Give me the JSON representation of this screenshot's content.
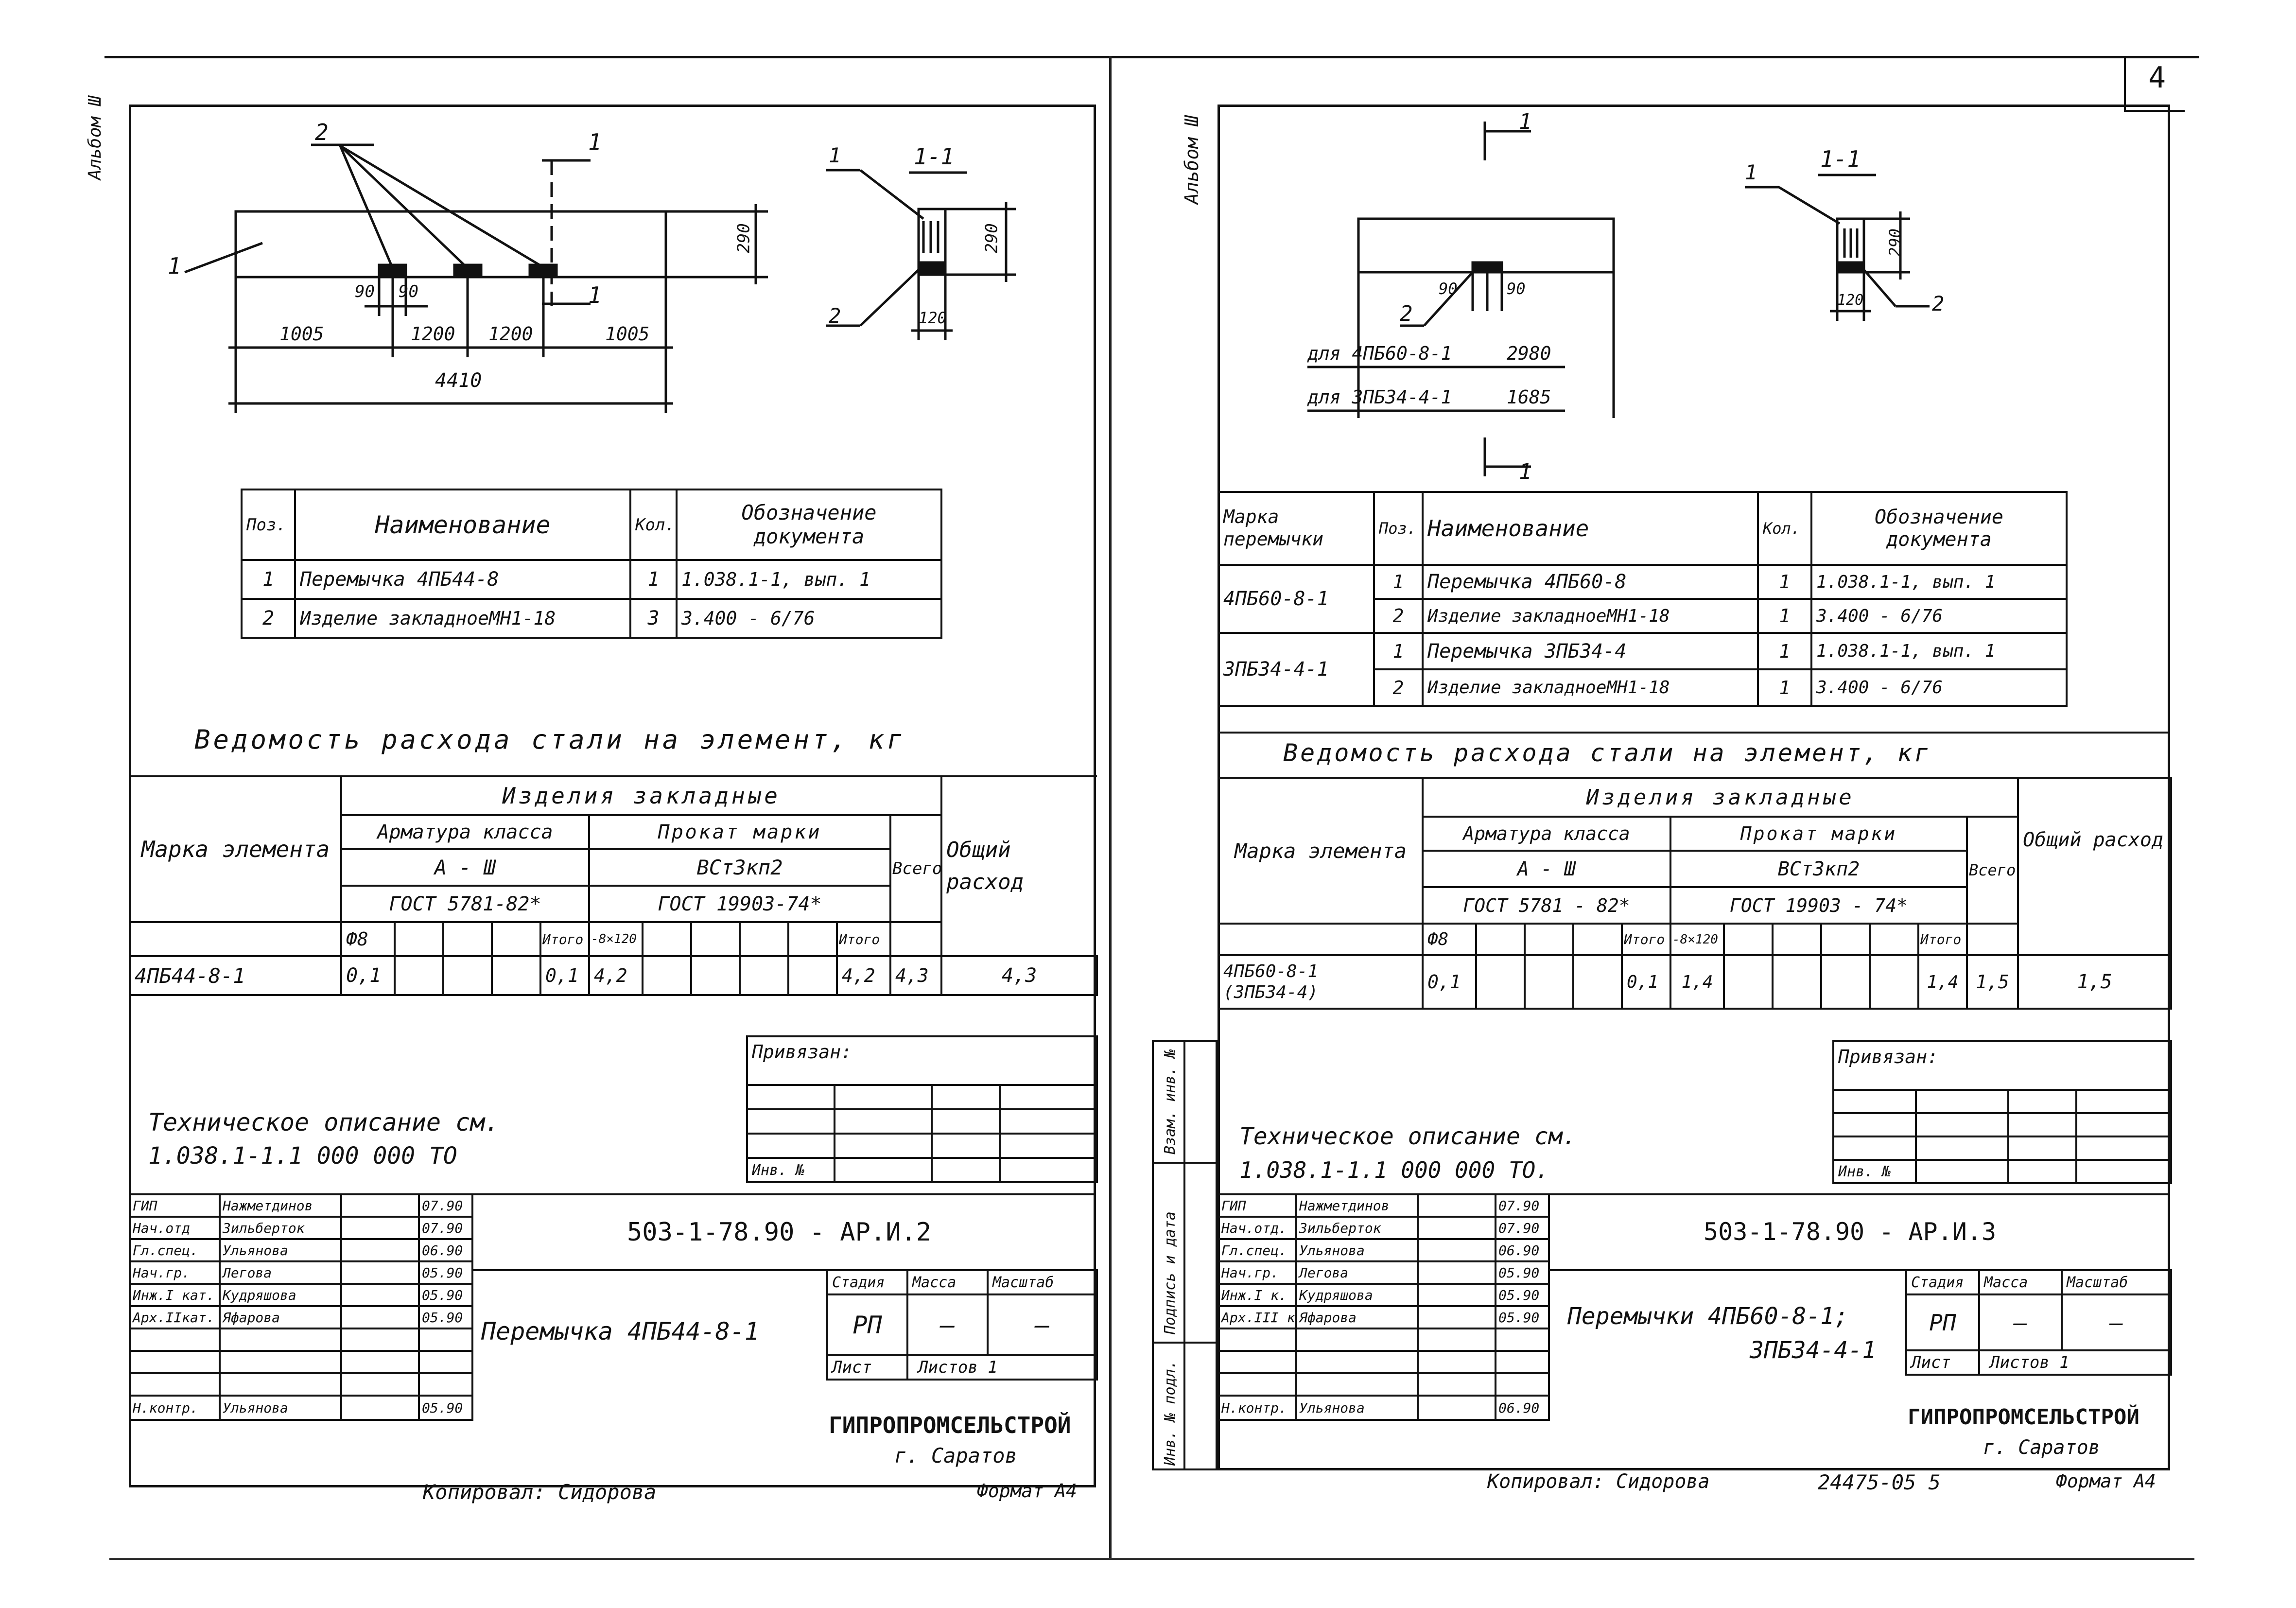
{
  "page_number": "4",
  "left": {
    "side_stamp": "Альбом Ш",
    "drawing": {
      "dims": [
        "1005",
        "1200",
        "1200",
        "1005",
        "4410",
        "90",
        "90",
        "290",
        "290",
        "120"
      ],
      "callouts": [
        "1",
        "2",
        "1",
        "2"
      ],
      "section_mark": "1",
      "section_title": "1-1"
    },
    "spec": {
      "headers": [
        "Поз.",
        "Наименование",
        "Кол.",
        "Обозначение документа"
      ],
      "rows": [
        [
          "1",
          "Перемычка 4ПБ44-8",
          "1",
          "1.038.1-1, вып. 1"
        ],
        [
          "2",
          "Изделие закладноеМН1-18",
          "3",
          "3.400 - 6/76"
        ]
      ]
    },
    "steel": {
      "title": "Ведомость расхода стали на элемент, кг",
      "h_mark": "Марка элемента",
      "h_embedded": "Изделия закладные",
      "h_arm": "Арматура класса",
      "h_prokat": "Прокат марки",
      "h_class": "А - Ш",
      "h_grade": "ВСт3кп2",
      "h_gost1": "ГОСТ 5781-82*",
      "h_gost2": "ГОСТ 19903-74*",
      "h_total": "Всего",
      "h_general": "Общий расход",
      "h_d8": "Ф8",
      "h_itogo": "Итого",
      "h_plate": "-8×120",
      "row": {
        "mark": "4ПБ44-8-1",
        "d8": "0,1",
        "itogo1": "0,1",
        "plate": "4,2",
        "itogo2": "4,2",
        "vsego": "4,3",
        "general": "4,3"
      }
    },
    "note": [
      "Техническое описание см.",
      "1.038.1-1.1 000 000 ТО"
    ],
    "bound": "Привязан:",
    "inv": "Инв. №",
    "title_block": {
      "code": "503-1-78.90 - АР.И.2",
      "name": "Перемычка 4ПБ44-8-1",
      "stage_h": "Стадия",
      "mass_h": "Масса",
      "scale_h": "Масштаб",
      "stage": "РП",
      "mass": "—",
      "scale": "—",
      "sheet": "Лист",
      "sheets": "Листов 1",
      "org": "ГИПРОПРОМСЕЛЬСТРОЙ",
      "city": "г. Саратов",
      "people": [
        [
          "ГИП",
          "Нажметдинов",
          "07.90"
        ],
        [
          "Нач.отд",
          "Зильберток",
          "07.90"
        ],
        [
          "Гл.спец.",
          "Ульянова",
          "06.90"
        ],
        [
          "Нач.гр.",
          "Легова",
          "05.90"
        ],
        [
          "Инж.I кат.",
          "Кудряшова",
          "05.90"
        ],
        [
          "Арх.IIкат.",
          "Яфарова",
          "05.90"
        ],
        [
          "",
          "",
          ""
        ],
        [
          "",
          "",
          ""
        ],
        [
          "",
          "",
          ""
        ],
        [
          "Н.контр.",
          "Ульянова",
          "05.90"
        ]
      ]
    },
    "footer": {
      "copied": "Копировал: Сидорова",
      "format": "Формат А4"
    }
  },
  "right": {
    "side_stamp": "Альбом Ш",
    "drawing": {
      "section_title": "1-1",
      "dims": [
        "90",
        "90",
        "290",
        "120"
      ],
      "len1_label": "для 4ПБ60-8-1",
      "len1": "2980",
      "len2_label": "для 3ПБ34-4-1",
      "len2": "1685",
      "callouts": [
        "1",
        "2",
        "1",
        "2"
      ]
    },
    "spec": {
      "headers": [
        "Марка перемычки",
        "Поз.",
        "Наименование",
        "Кол.",
        "Обозначение документа"
      ],
      "rows": [
        [
          "4ПБ60-8-1",
          "1",
          "Перемычка 4ПБ60-8",
          "1",
          "1.038.1-1, вып. 1"
        ],
        [
          "",
          "2",
          "Изделие закладноеМН1-18",
          "1",
          "3.400 - 6/76"
        ],
        [
          "3ПБ34-4-1",
          "1",
          "Перемычка 3ПБ34-4",
          "1",
          "1.038.1-1, вып. 1"
        ],
        [
          "",
          "2",
          "Изделие закладноеМН1-18",
          "1",
          "3.400 - 6/76"
        ]
      ]
    },
    "steel": {
      "title": "Ведомость расхода стали на элемент, кг",
      "h_mark": "Марка элемента",
      "h_embedded": "Изделия закладные",
      "h_arm": "Арматура класса",
      "h_prokat": "Прокат марки",
      "h_class": "А - Ш",
      "h_grade": "ВСт3кп2",
      "h_gost1": "ГОСТ 5781 - 82*",
      "h_gost2": "ГОСТ 19903 - 74*",
      "h_total": "Всего",
      "h_general": "Общий расход",
      "h_d8": "Ф8",
      "h_itogo": "Итого",
      "h_plate": "-8×120",
      "row": {
        "mark1": "4ПБ60-8-1",
        "mark2": "(3ПБ34-4)",
        "d8": "0,1",
        "itogo1": "0,1",
        "plate": "1,4",
        "itogo2": "1,4",
        "vsego": "1,5",
        "general": "1,5"
      }
    },
    "note": [
      "Техническое описание см.",
      "1.038.1-1.1 000 000 ТО."
    ],
    "bound": "Привязан:",
    "inv": "Инв. №",
    "side_labels": [
      "Взам. инв. №",
      "Подпись и дата",
      "Инв. № подл."
    ],
    "title_block": {
      "code": "503-1-78.90 - АР.И.3",
      "name1": "Перемычки 4ПБ60-8-1;",
      "name2": "3ПБ34-4-1",
      "stage_h": "Стадия",
      "mass_h": "Масса",
      "scale_h": "Масштаб",
      "stage": "РП",
      "mass": "—",
      "scale": "—",
      "sheet": "Лист",
      "sheets": "Листов 1",
      "org": "ГИПРОПРОМСЕЛЬСТРОЙ",
      "city": "г. Саратов",
      "people": [
        [
          "ГИП",
          "Нажметдинов",
          "07.90"
        ],
        [
          "Нач.отд.",
          "Зильберток",
          "07.90"
        ],
        [
          "Гл.спец.",
          "Ульянова",
          "06.90"
        ],
        [
          "Нач.гр.",
          "Легова",
          "05.90"
        ],
        [
          "Инж.I к.",
          "Кудряшова",
          "05.90"
        ],
        [
          "Арх.III к.",
          "Яфарова",
          "05.90"
        ],
        [
          "",
          "",
          ""
        ],
        [
          "",
          "",
          ""
        ],
        [
          "",
          "",
          ""
        ],
        [
          "Н.контр.",
          "Ульянова",
          "06.90"
        ]
      ]
    },
    "footer": {
      "copied": "Копировал: Сидорова",
      "number": "24475-05 5",
      "format": "Формат А4"
    }
  }
}
